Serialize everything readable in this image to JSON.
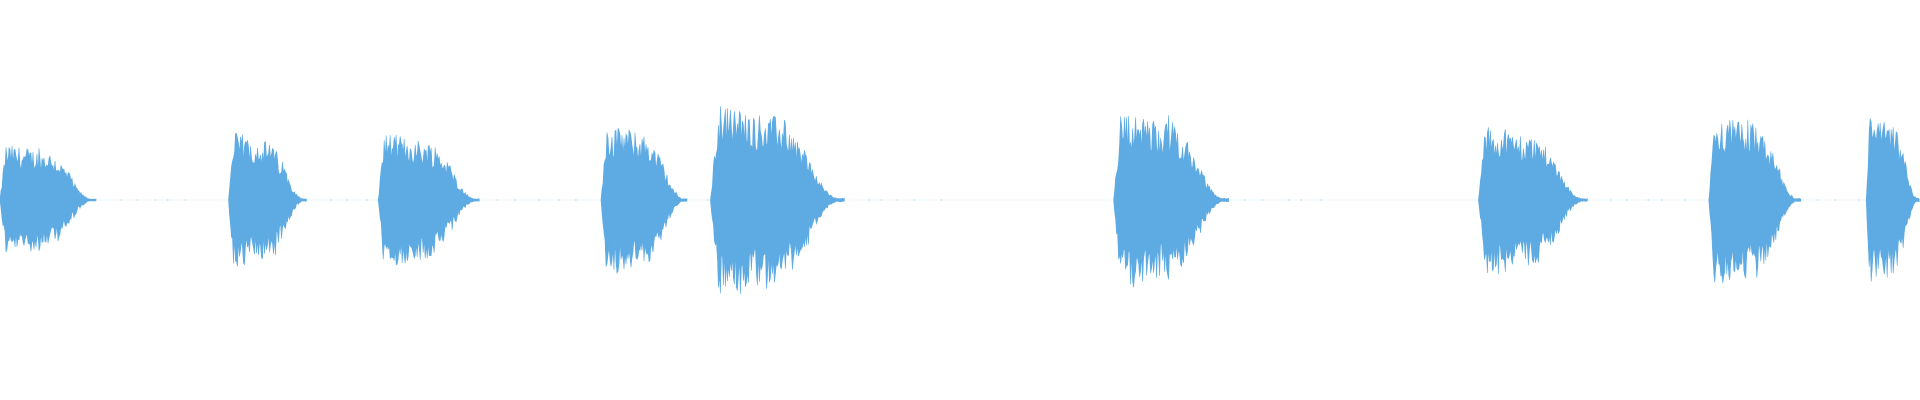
{
  "waveform": {
    "color": "#5eaae2",
    "background": "#ffffff",
    "segments": [
      {
        "start": 0.0,
        "end": 0.05,
        "peak": 0.28
      },
      {
        "start": 0.119,
        "end": 0.16,
        "peak": 0.34
      },
      {
        "start": 0.197,
        "end": 0.25,
        "peak": 0.34
      },
      {
        "start": 0.313,
        "end": 0.358,
        "peak": 0.38
      },
      {
        "start": 0.37,
        "end": 0.44,
        "peak": 0.48
      },
      {
        "start": 0.58,
        "end": 0.64,
        "peak": 0.44
      },
      {
        "start": 0.77,
        "end": 0.827,
        "peak": 0.37
      },
      {
        "start": 0.89,
        "end": 0.938,
        "peak": 0.43
      },
      {
        "start": 0.972,
        "end": 1.0,
        "peak": 0.43
      }
    ]
  }
}
